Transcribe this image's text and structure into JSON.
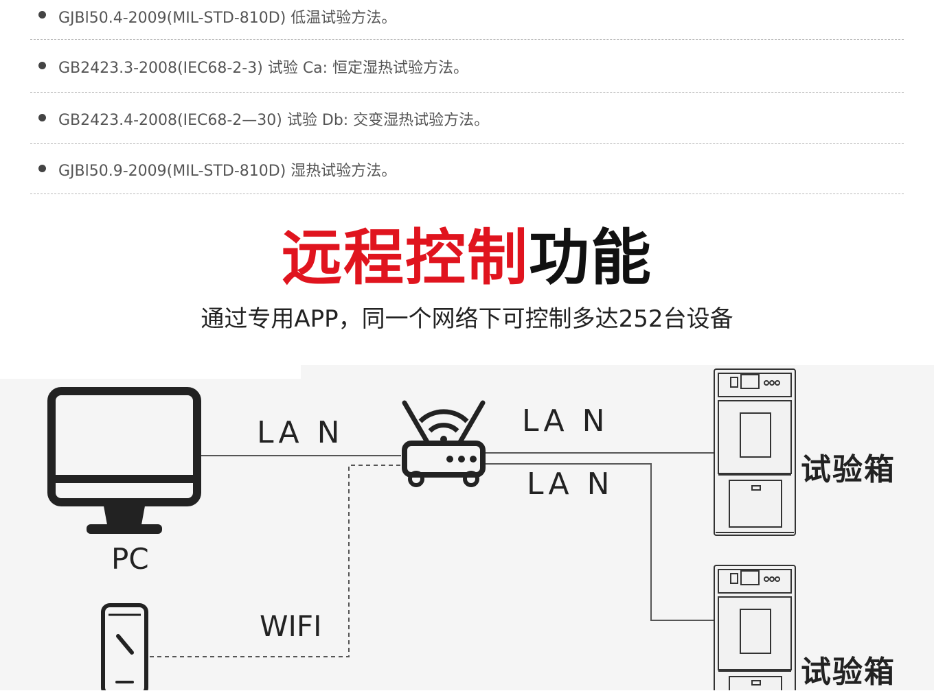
{
  "standards": [
    "GJBl50.4-2009(MIL-STD-810D) 低温试验方法。",
    "GB2423.3-2008(IEC68-2-3) 试验 Ca: 恒定湿热试验方法。",
    "GB2423.4-2008(IEC68-2—30) 试验 Db: 交变湿热试验方法。",
    "GJBl50.9-2009(MIL-STD-810D) 湿热试验方法。"
  ],
  "feature": {
    "title_red": "远程控制",
    "title_black": "功能",
    "subtitle": "通过专用APP，同一个网络下可控制多达252台设备",
    "accent_color": "#e0141e"
  },
  "diagram": {
    "pc_label": "PC",
    "lan_pc": "LA N",
    "lan_top": "LA N",
    "lan_bottom": "LA N",
    "wifi": "WIFI",
    "chamber_1": "试验箱",
    "chamber_2": "试验箱",
    "icons": [
      "monitor-icon",
      "phone-icon",
      "router-icon",
      "test-chamber-icon"
    ]
  }
}
